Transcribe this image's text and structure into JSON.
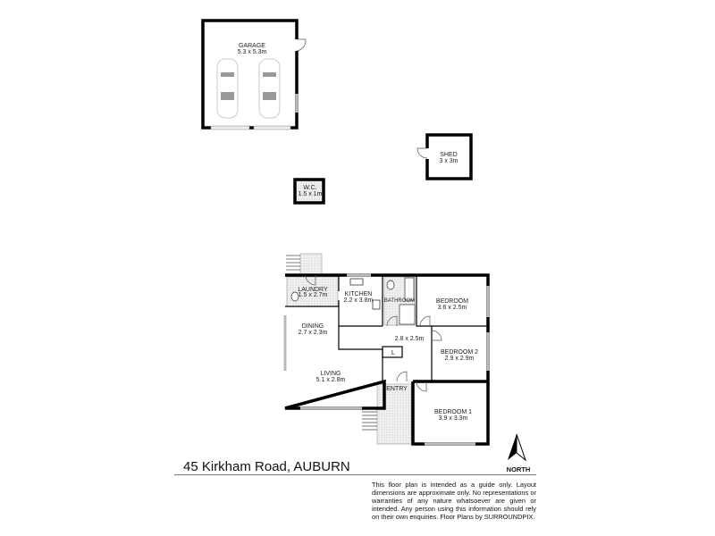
{
  "rooms": {
    "garage": {
      "name": "GARAGE",
      "size": "5.3 x 5.3m"
    },
    "shed": {
      "name": "SHED",
      "size": "3 x 3m"
    },
    "wc": {
      "name": "W.C.",
      "size": "1.5 x 1m"
    },
    "laundry": {
      "name": "LAUNDRY",
      "size": "1.5 x 2.7m"
    },
    "kitchen": {
      "name": "KITCHEN",
      "size": "2.2 x 3.8m"
    },
    "bathroom": {
      "name": "BATHROOM"
    },
    "bedroom": {
      "name": "BEDROOM",
      "size": "3.6 x 2.5m"
    },
    "dining": {
      "name": "DINING",
      "size": "2.7 x 2.3m"
    },
    "hall": {
      "size": "2.8 x 2.5m"
    },
    "linen": {
      "name": "L"
    },
    "bedroom2": {
      "name": "BEDROOM 2",
      "size": "2.9 x 2.9m"
    },
    "living": {
      "name": "LIVING",
      "size": "5.1 x 2.8m"
    },
    "entry": {
      "name": "ENTRY"
    },
    "bedroom1": {
      "name": "BEDROOM 1",
      "size": "3.9 x 3.3m"
    }
  },
  "address": "45 Kirkham Road, AUBURN",
  "compass": {
    "label": "NORTH",
    "icon": "north-arrow-icon"
  },
  "disclaimer": "This floor plan is intended as a guide only. Layout dimensions are approximate only. No representations or warranties of any nature whatsoever are given or intended. Any person using this information should rely on their own enquiries. Floor Plans by  SURROUNDPIX."
}
